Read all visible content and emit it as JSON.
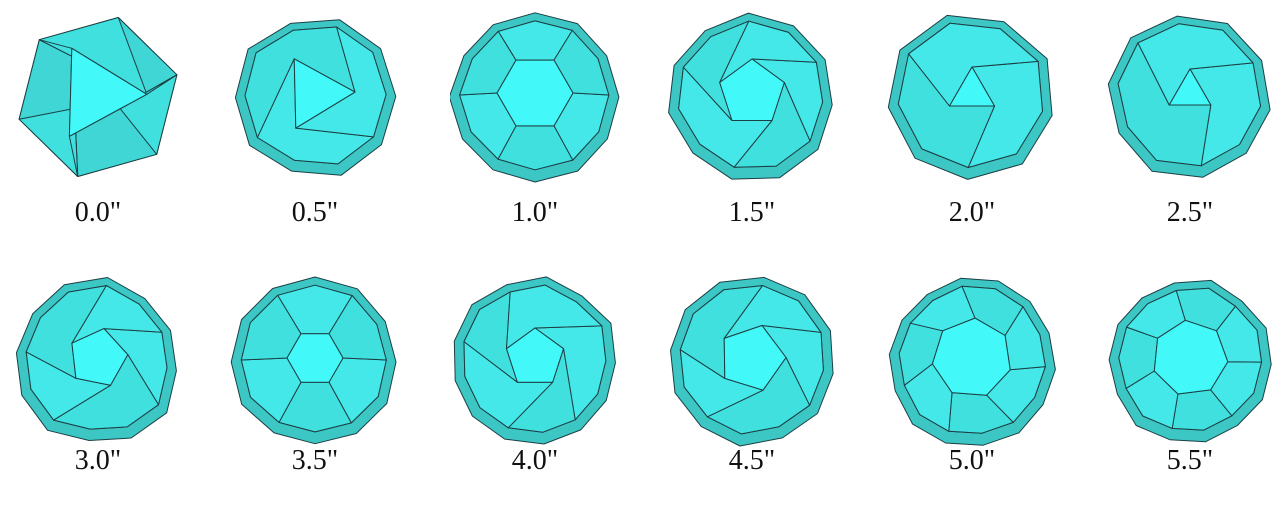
{
  "colors": {
    "face_light": "#43f8f8",
    "face_mid": "#40e0df",
    "face_dark": "#3cc7c5",
    "edge": "#1c3f44",
    "label": "#111111"
  },
  "figure": {
    "panels": [
      {
        "time_label": "0.0\"",
        "shape": "icosahedron"
      },
      {
        "time_label": "0.5\"",
        "shape": "truncated-icosahedron-early"
      },
      {
        "time_label": "1.0\"",
        "shape": "hexagonal-polyhedron"
      },
      {
        "time_label": "1.5\"",
        "shape": "mixed-polyhedron"
      },
      {
        "time_label": "2.0\"",
        "shape": "triangular-top-polyhedron"
      },
      {
        "time_label": "2.5\"",
        "shape": "triangular-top-polyhedron-small-facets"
      },
      {
        "time_label": "3.0\"",
        "shape": "irregular-polyhedron"
      },
      {
        "time_label": "3.5\"",
        "shape": "pentagonal-polyhedron"
      },
      {
        "time_label": "4.0\"",
        "shape": "pentagonal-polyhedron-split"
      },
      {
        "time_label": "4.5\"",
        "shape": "faceted-polyhedron"
      },
      {
        "time_label": "5.0\"",
        "shape": "triangulated-polyhedron"
      },
      {
        "time_label": "5.5\"",
        "shape": "triangulated-polyhedron-fine"
      }
    ]
  }
}
